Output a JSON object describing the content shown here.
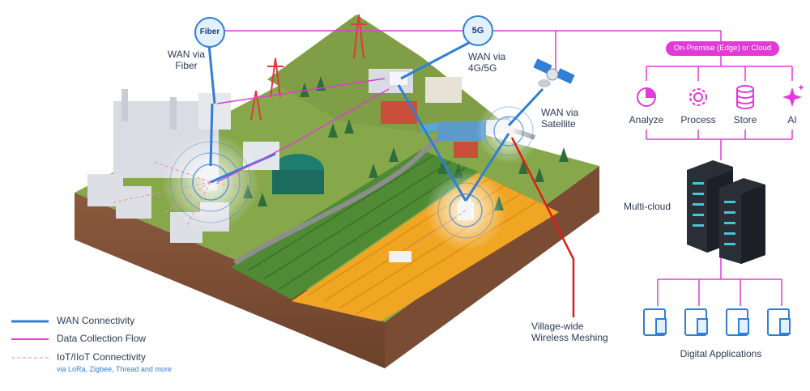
{
  "badges": {
    "fiber": "Fiber",
    "fiveg": "5G"
  },
  "labels": {
    "wan_fiber": "WAN via\nFiber",
    "wan_4g5g": "WAN via\n4G/5G",
    "wan_satellite": "WAN via\nSatellite",
    "village_mesh": "Village-wide\nWireless Meshing",
    "edge_cloud": "On-Premise (Edge) or Cloud",
    "multicloud": "Multi-cloud",
    "digital_apps": "Digital Applications"
  },
  "functions": [
    {
      "label": "Analyze",
      "icon": "pie-chart-icon"
    },
    {
      "label": "Process",
      "icon": "gear-icon"
    },
    {
      "label": "Store",
      "icon": "database-icon"
    },
    {
      "label": "AI",
      "icon": "sparkle-icon"
    }
  ],
  "legend": {
    "wan": "WAN Connectivity",
    "data_flow": "Data Collection Flow",
    "iot": "IoT/IIoT Connectivity",
    "iot_sub": "via LoRa, Zigbee, Thread and more"
  },
  "colors": {
    "wan": "#2f7fd6",
    "data": "#e23ad8",
    "mesh": "#e01b1b",
    "iot": "#f08ab4"
  }
}
